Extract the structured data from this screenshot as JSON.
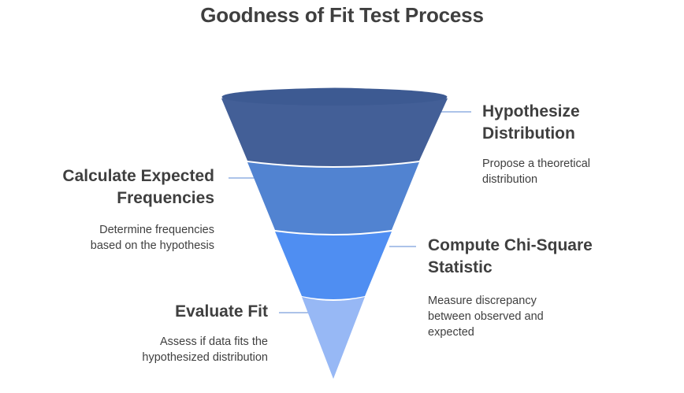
{
  "title": "Goodness of Fit Test Process",
  "colors": {
    "stage1": "#435f97",
    "stage1_top": "#3d5a92",
    "stage2": "#5183d1",
    "stage3": "#4f8ef2",
    "stage4": "#97b8f5",
    "connector": "#7b9fdc",
    "text": "#3f3f3f"
  },
  "stages": [
    {
      "title_line1": "Hypothesize",
      "title_line2": "Distribution",
      "desc_line1": "Propose a theoretical",
      "desc_line2": "distribution"
    },
    {
      "title_line1": "Calculate Expected",
      "title_line2": "Frequencies",
      "desc_line1": "Determine frequencies",
      "desc_line2": "based on the hypothesis"
    },
    {
      "title_line1": "Compute Chi-Square",
      "title_line2": "Statistic",
      "desc_line1": "Measure discrepancy",
      "desc_line2": "between observed and",
      "desc_line3": "expected"
    },
    {
      "title_line1": "Evaluate Fit",
      "desc_line1": "Assess if data fits the",
      "desc_line2": "hypothesized distribution"
    }
  ]
}
